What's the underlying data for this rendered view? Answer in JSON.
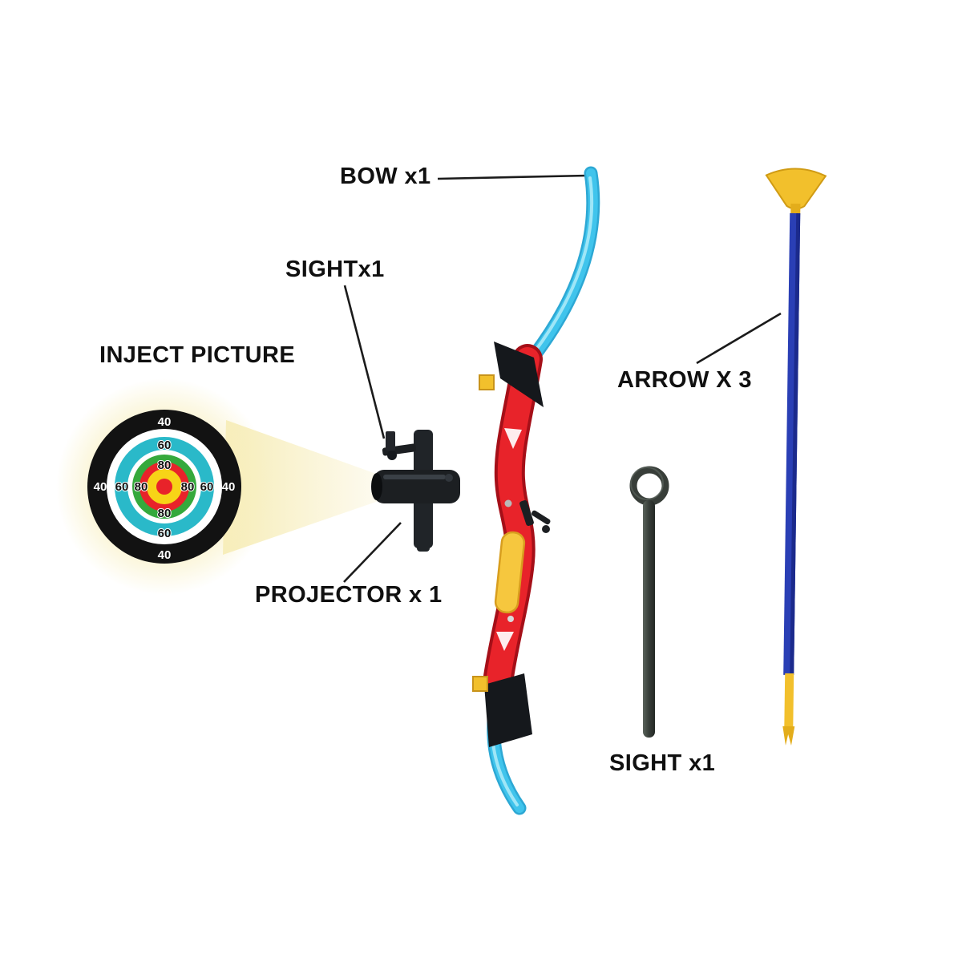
{
  "labels": {
    "bow": "BOW x1",
    "sight_mounted": "SIGHTx1",
    "inject_picture": "INJECT PICTURE",
    "projector": "PROJECTOR x 1",
    "arrow": "ARROW X 3",
    "sight_part": "SIGHT x1"
  },
  "target": {
    "top": [
      "40",
      "60",
      "80"
    ],
    "bottom": [
      "80",
      "60",
      "40"
    ],
    "left": [
      "40",
      "60",
      "80"
    ],
    "right": [
      "80",
      "60",
      "40"
    ]
  },
  "colors": {
    "bow_limb": "#40c4ec",
    "bow_riser": "#e8232a",
    "bow_grip": "#f6c73e",
    "arrow_shaft": "#2a3fb5",
    "arrow_tip_yellow": "#f2c02c",
    "projector_body": "#1c1f22",
    "sight_metal": "#383e39",
    "target_teal": "#2ab9c9",
    "target_green": "#35a93c",
    "target_red": "#e8232a",
    "target_yellow": "#f7d417",
    "label_text": "#101010",
    "beam_glow": "#f8efbe"
  }
}
